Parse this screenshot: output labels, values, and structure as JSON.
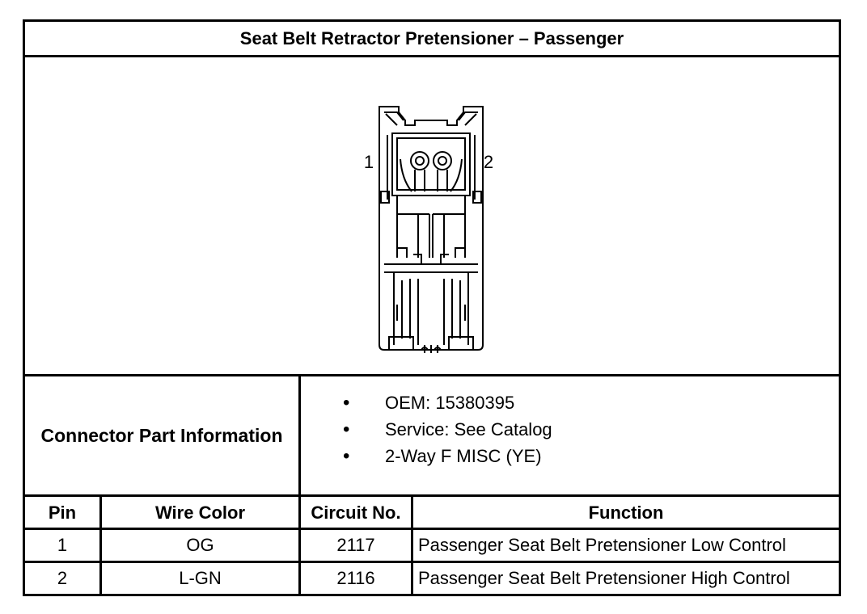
{
  "title": "Seat Belt Retractor Pretensioner – Passenger",
  "diagram": {
    "pin_label_left": "1",
    "pin_label_right": "2"
  },
  "connector_info": {
    "label": "Connector Part Information",
    "items": [
      "OEM: 15380395",
      "Service: See Catalog",
      "2-Way F MISC (YE)"
    ]
  },
  "table": {
    "headers": {
      "pin": "Pin",
      "wire_color": "Wire Color",
      "circuit": "Circuit No.",
      "function": "Function"
    },
    "rows": [
      {
        "pin": "1",
        "wire_color": "OG",
        "circuit": "2117",
        "function": "Passenger Seat Belt Pretensioner Low Control"
      },
      {
        "pin": "2",
        "wire_color": "L-GN",
        "circuit": "2116",
        "function": "Passenger Seat Belt Pretensioner High Control"
      }
    ]
  }
}
